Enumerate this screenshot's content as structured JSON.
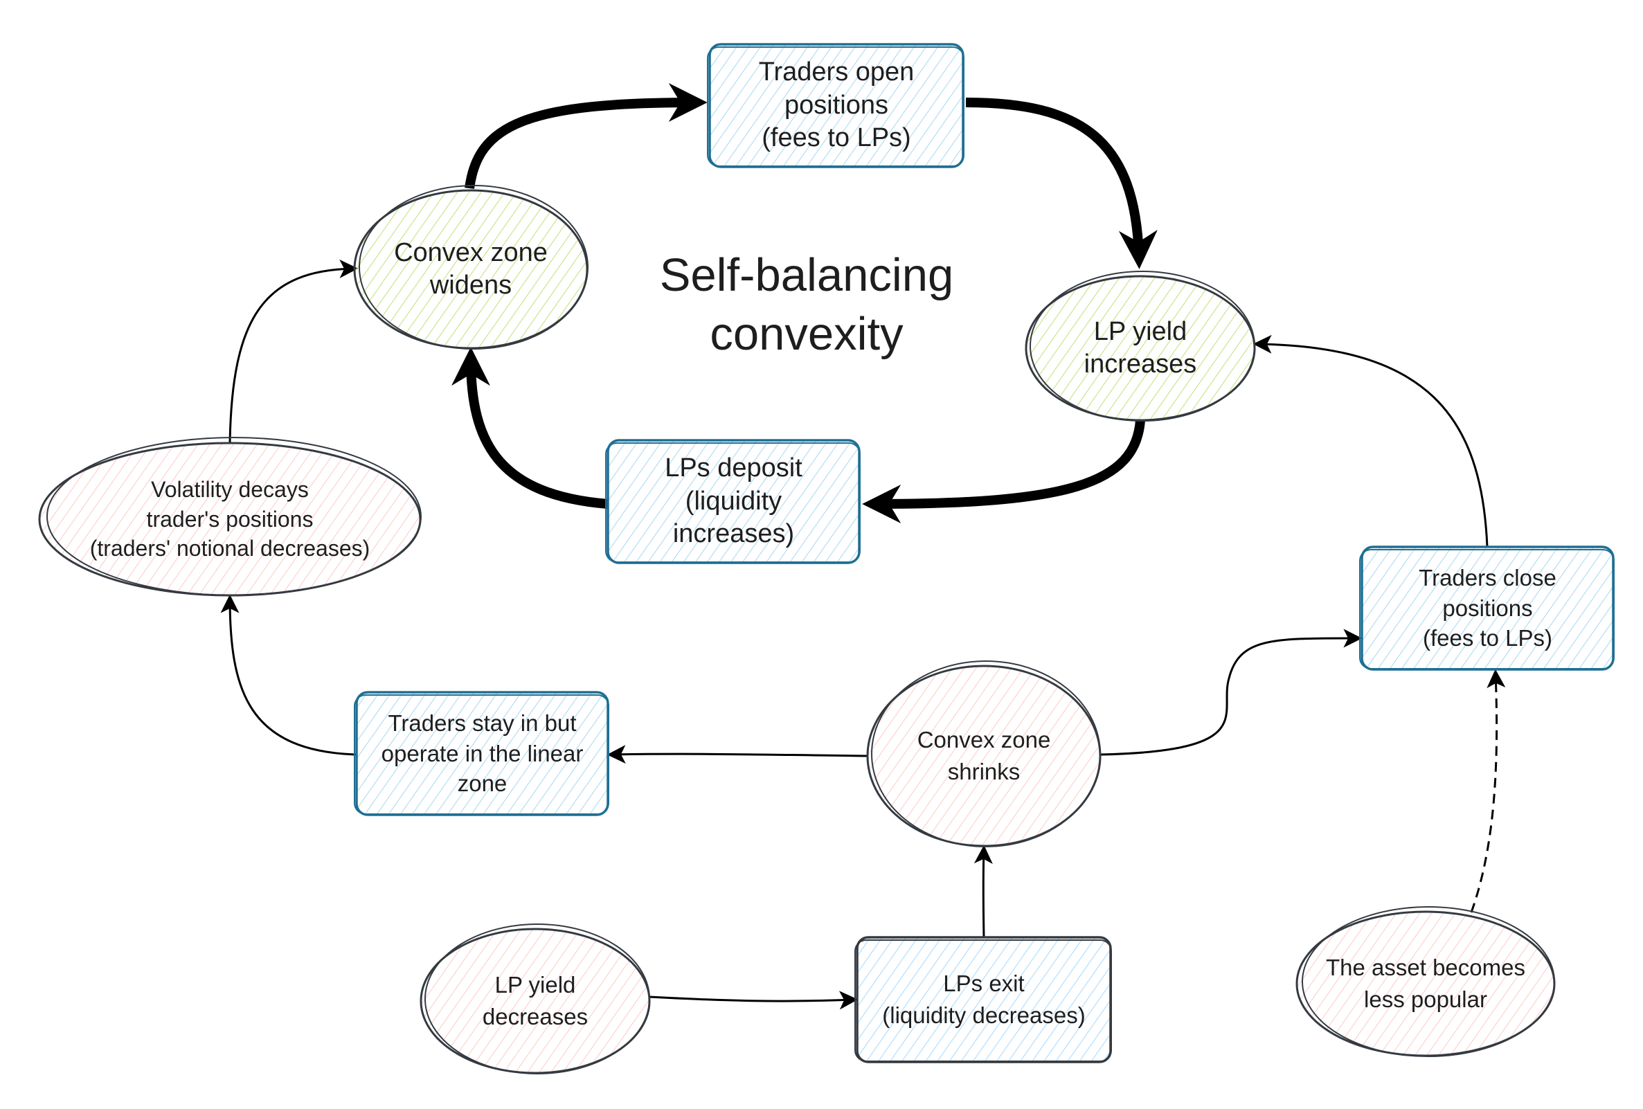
{
  "title": {
    "lines": [
      "Self-balancing",
      "convexity"
    ]
  },
  "colors": {
    "blue_stroke": "#1f6f93",
    "blue_fill": "#a5d8ef",
    "gray_stroke": "#343a40",
    "green_fill": "#c0e07a",
    "pink_fill": "#ffc9c9",
    "lightblue_fill": "#a5d8ff",
    "arrow": "#000000"
  },
  "nodes": [
    {
      "id": "traders-open",
      "shape": "rect",
      "style": "blue",
      "lines": [
        "Traders open",
        "positions",
        "(fees to LPs)"
      ]
    },
    {
      "id": "convex-widens",
      "shape": "ellipse",
      "style": "green",
      "lines": [
        "Convex zone",
        "widens"
      ]
    },
    {
      "id": "lp-yield-increases",
      "shape": "ellipse",
      "style": "green",
      "lines": [
        "LP yield",
        "increases"
      ]
    },
    {
      "id": "lps-deposit",
      "shape": "rect",
      "style": "blue",
      "lines": [
        "LPs deposit",
        "(liquidity",
        "increases)"
      ]
    },
    {
      "id": "volatility-decays",
      "shape": "ellipse",
      "style": "pink",
      "lines": [
        "Volatility decays",
        "trader's positions",
        "(traders' notional decreases)"
      ]
    },
    {
      "id": "traders-close",
      "shape": "rect",
      "style": "blue",
      "lines": [
        "Traders close",
        "positions",
        "(fees to LPs)"
      ]
    },
    {
      "id": "traders-stay",
      "shape": "rect",
      "style": "blue",
      "lines": [
        "Traders stay in but",
        "operate in the linear",
        "zone"
      ]
    },
    {
      "id": "convex-shrinks",
      "shape": "ellipse",
      "style": "pink",
      "lines": [
        "Convex zone",
        "shrinks"
      ]
    },
    {
      "id": "lp-yield-decreases",
      "shape": "ellipse",
      "style": "pink",
      "lines": [
        "LP yield",
        "decreases"
      ]
    },
    {
      "id": "lps-exit",
      "shape": "rect",
      "style": "gray-blue",
      "lines": [
        "LPs exit",
        "(liquidity decreases)"
      ]
    },
    {
      "id": "asset-less-popular",
      "shape": "ellipse",
      "style": "pink",
      "lines": [
        "The asset becomes",
        "less popular"
      ]
    }
  ],
  "edges": [
    {
      "from": "convex-widens",
      "to": "traders-open",
      "weight": "bold",
      "dashed": false
    },
    {
      "from": "traders-open",
      "to": "lp-yield-increases",
      "weight": "bold",
      "dashed": false
    },
    {
      "from": "lp-yield-increases",
      "to": "lps-deposit",
      "weight": "bold",
      "dashed": false
    },
    {
      "from": "lps-deposit",
      "to": "convex-widens",
      "weight": "bold",
      "dashed": false
    },
    {
      "from": "volatility-decays",
      "to": "convex-widens",
      "weight": "thin",
      "dashed": false
    },
    {
      "from": "traders-close",
      "to": "lp-yield-increases",
      "weight": "thin",
      "dashed": false
    },
    {
      "from": "convex-shrinks",
      "to": "traders-close",
      "weight": "thin",
      "dashed": false
    },
    {
      "from": "convex-shrinks",
      "to": "traders-stay",
      "weight": "thin",
      "dashed": false
    },
    {
      "from": "traders-stay",
      "to": "volatility-decays",
      "weight": "thin",
      "dashed": false
    },
    {
      "from": "lps-exit",
      "to": "convex-shrinks",
      "weight": "thin",
      "dashed": false
    },
    {
      "from": "lp-yield-decreases",
      "to": "lps-exit",
      "weight": "thin",
      "dashed": false
    },
    {
      "from": "asset-less-popular",
      "to": "traders-close",
      "weight": "thin",
      "dashed": true
    }
  ]
}
